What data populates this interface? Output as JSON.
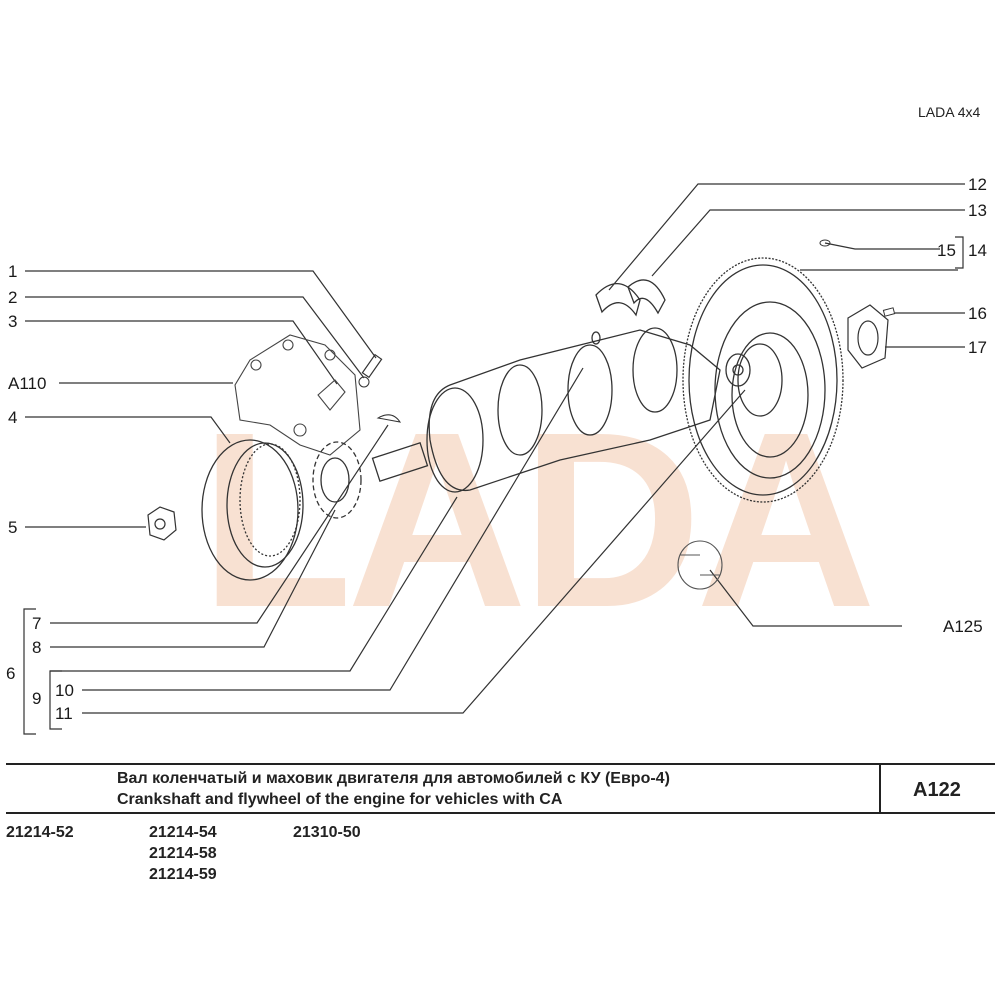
{
  "brand": "LADA 4x4",
  "watermark": "LADA",
  "callouts": {
    "c1": "1",
    "c2": "2",
    "c3": "3",
    "a110": "A110",
    "c4": "4",
    "c5": "5",
    "c6": "6",
    "c7": "7",
    "c8": "8",
    "c9": "9",
    "c10": "10",
    "c11": "11",
    "c12": "12",
    "c13": "13",
    "c14": "14",
    "c15": "15",
    "c16": "16",
    "c17": "17",
    "a125": "A125"
  },
  "header": {
    "title_ru": "Вал коленчатый и маховик двигателя для автомобилей с КУ (Евро-4)",
    "title_en": "Crankshaft and flywheel of the engine for vehicles with CA",
    "code": "A122"
  },
  "models": {
    "col1": [
      "21214-52"
    ],
    "col2": [
      "21214-54",
      "21214-58",
      "21214-59"
    ],
    "col3": [
      "21310-50"
    ]
  },
  "colors": {
    "watermark": "#f7dccb",
    "lines": "#222222"
  }
}
